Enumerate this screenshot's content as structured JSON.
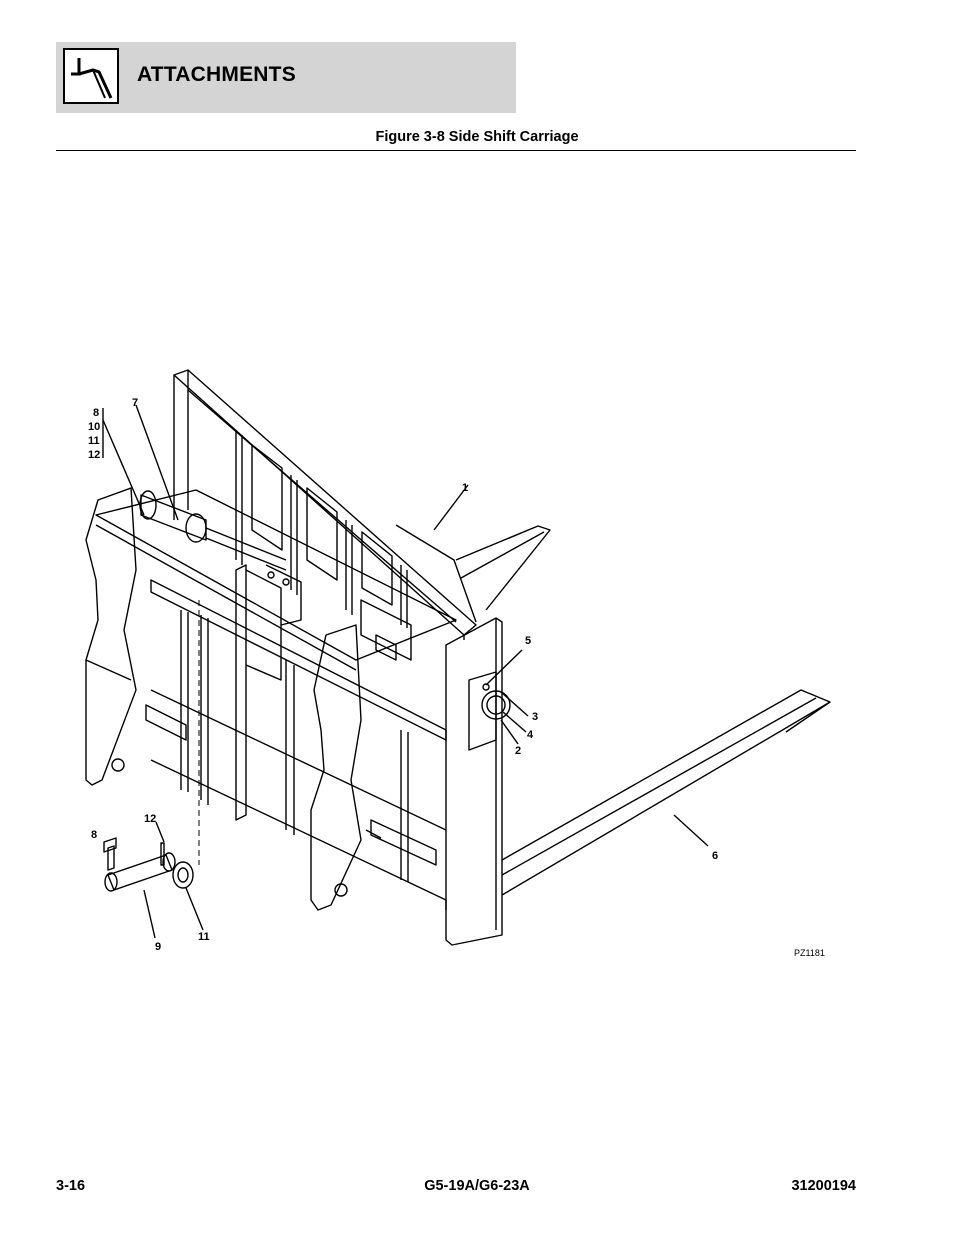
{
  "header": {
    "title": "ATTACHMENTS",
    "icon": "attachment-hook-icon"
  },
  "figure": {
    "caption": "Figure 3-8 Side Shift Carriage",
    "drawing_ref": "PZ1181",
    "callouts": {
      "c1": "1",
      "c2": "2",
      "c3": "3",
      "c4": "4",
      "c5": "5",
      "c6": "6",
      "c7": "7",
      "c8a": "8",
      "c8b": "8",
      "c9": "9",
      "c10": "10",
      "c11a": "11",
      "c11b": "11",
      "c12a": "12",
      "c12b": "12"
    }
  },
  "footer": {
    "page": "3-16",
    "model": "G5-19A/G6-23A",
    "doc_number": "31200194"
  }
}
